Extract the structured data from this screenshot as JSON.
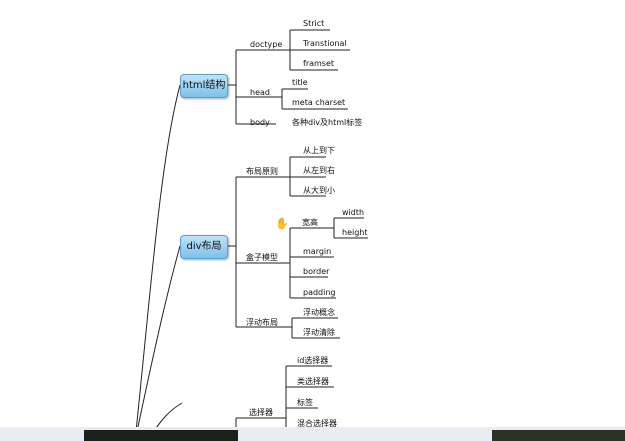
{
  "mindmap": {
    "html_structure": {
      "label": "html结构",
      "doctype": {
        "label": "doctype",
        "children": [
          "Strict",
          "Transtional",
          "framset"
        ]
      },
      "head": {
        "label": "head",
        "children": [
          "title",
          "meta charset"
        ]
      },
      "body": {
        "label": "body",
        "children": [
          "各种div及html标签"
        ]
      }
    },
    "div_layout": {
      "label": "div布局",
      "layout_principles": {
        "label": "布局原则",
        "children": [
          "从上到下",
          "从左到右",
          "从大到小"
        ]
      },
      "box_model": {
        "label": "盒子模型",
        "size": {
          "label": "宽高",
          "children": [
            "width",
            "height"
          ]
        },
        "children": [
          "margin",
          "border",
          "padding"
        ]
      },
      "float_layout": {
        "label": "浮动布局",
        "children": [
          "浮动概念",
          "浮动清除"
        ]
      }
    },
    "selectors": {
      "label": "选择器",
      "children": [
        "id选择器",
        "类选择器",
        "标签",
        "混合选择器"
      ]
    }
  },
  "icons": {
    "cursor": "hand-cursor-icon"
  }
}
